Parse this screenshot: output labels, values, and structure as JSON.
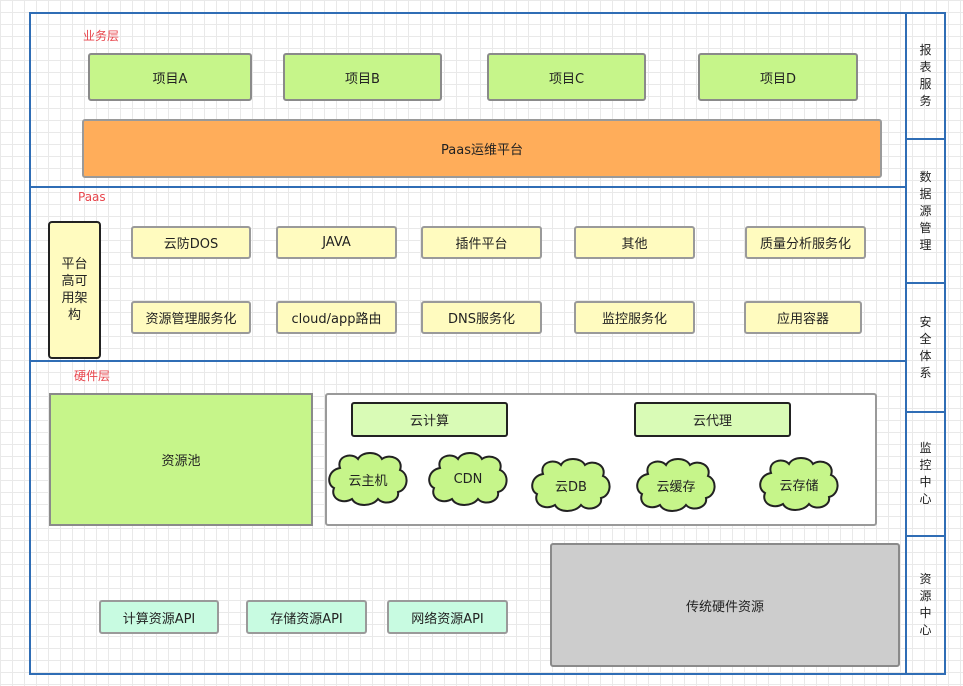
{
  "layers": {
    "business": "业务层",
    "paas": "Paas",
    "hardware": "硬件层"
  },
  "business": {
    "projects": [
      "项目A",
      "项目B",
      "项目C",
      "项目D"
    ],
    "ops_platform": "Paas运维平台"
  },
  "paas": {
    "ha_arch": "平台高可用架构",
    "row1": [
      "云防DOS",
      "JAVA",
      "插件平台",
      "其他",
      "质量分析服务化"
    ],
    "row2": [
      "资源管理服务化",
      "cloud/app路由",
      "DNS服务化",
      "监控服务化",
      "应用容器"
    ]
  },
  "hardware": {
    "resource_pool": "资源池",
    "cloud_compute": "云计算",
    "cloud_proxy": "云代理",
    "clouds": [
      "云主机",
      "CDN",
      "云DB",
      "云缓存",
      "云存储"
    ],
    "apis": [
      "计算资源API",
      "存储资源API",
      "网络资源API"
    ],
    "traditional": "传统硬件资源"
  },
  "sidebar": [
    "报表服务",
    "数据源管理",
    "安全体系",
    "监控中心",
    "资源中心"
  ],
  "colors": {
    "frame": "#2f6db5",
    "layer_label": "#e8464d",
    "green": "#c6f58a",
    "orange": "#ffad5a",
    "yellow": "#fffbbf",
    "mint": "#c8fbe1",
    "grey": "#cdcdcd"
  }
}
